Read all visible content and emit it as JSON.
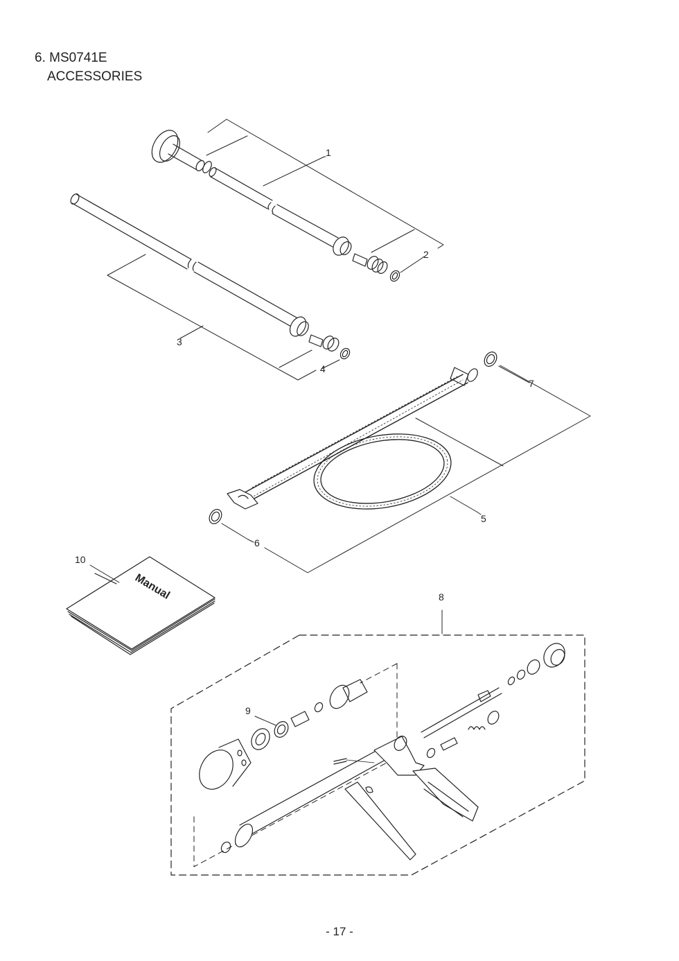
{
  "heading": {
    "line1": "6. MS0741E",
    "line2": "ACCESSORIES"
  },
  "callouts": [
    "1",
    "2",
    "3",
    "4",
    "5",
    "6",
    "7",
    "8",
    "9",
    "10"
  ],
  "manual_cover_text": "Manual",
  "page_number": "- 17 -"
}
